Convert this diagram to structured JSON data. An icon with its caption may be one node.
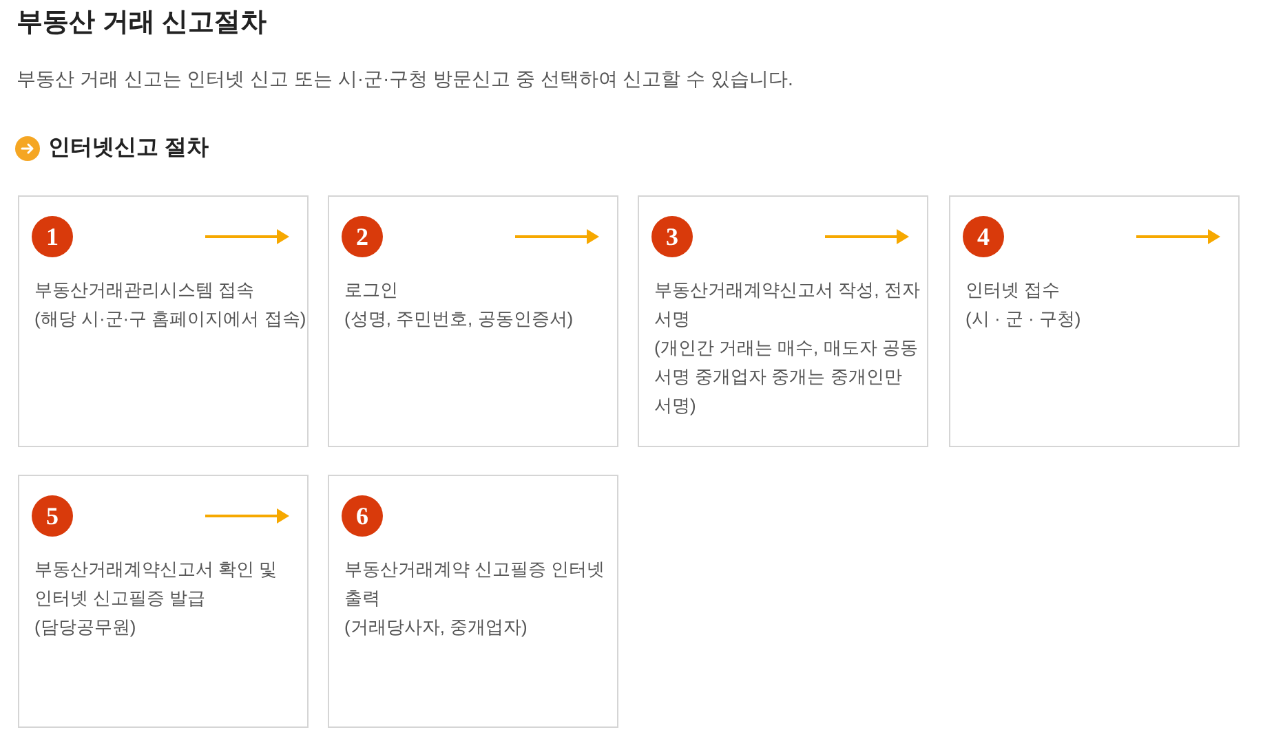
{
  "diagram": {
    "title": "부동산 거래 신고절차",
    "nodes": [
      {
        "text": [
          "부동산거래관리시스템 접속",
          "(해당 시·군·구 홈페이지에서 접속)"
        ]
      },
      {
        "text": [
          "1"
        ],
        "in": 0
      },
      {
        "text": [
          "로그인",
          "(성명, 주민번호, 공동인증서)"
        ]
      },
      {
        "text": [
          "2"
        ],
        "in": 2
      },
      {
        "text": [
          "부동산거래계약신고서 작성, 전자 서명",
          "(개인간 거래는 매수, 매도자 공동 서명 중개업자 중개는 중개인만 서명)"
        ]
      },
      {
        "text": [
          "3"
        ],
        "in": 4
      },
      {
        "text": [
          "인터넷 접수",
          "(시 · 군 · 구청)"
        ]
      },
      {
        "text": [
          "4"
        ],
        "in": 6
      },
      {
        "text": [
          "부동산거래계약신고서 확인 및 인터넷 신고필증 발급",
          "(담당공무원)"
        ]
      },
      {
        "text": [
          "5"
        ],
        "in": 8
      },
      {
        "text": [
          "부동산거래계약 신고필증 인터넷 출력",
          "(거래당사자, 중개업자)"
        ]
      },
      {
        "text": [
          "6"
        ],
        "in": 10
      }
    ],
    "labels": [
      "부동산 거래 신고는 인터넷 신고 또는 시·군·구청 방문신고 중 선택하여 신고할 수 있습니다.",
      "인터넷신고 절차"
    ]
  }
}
